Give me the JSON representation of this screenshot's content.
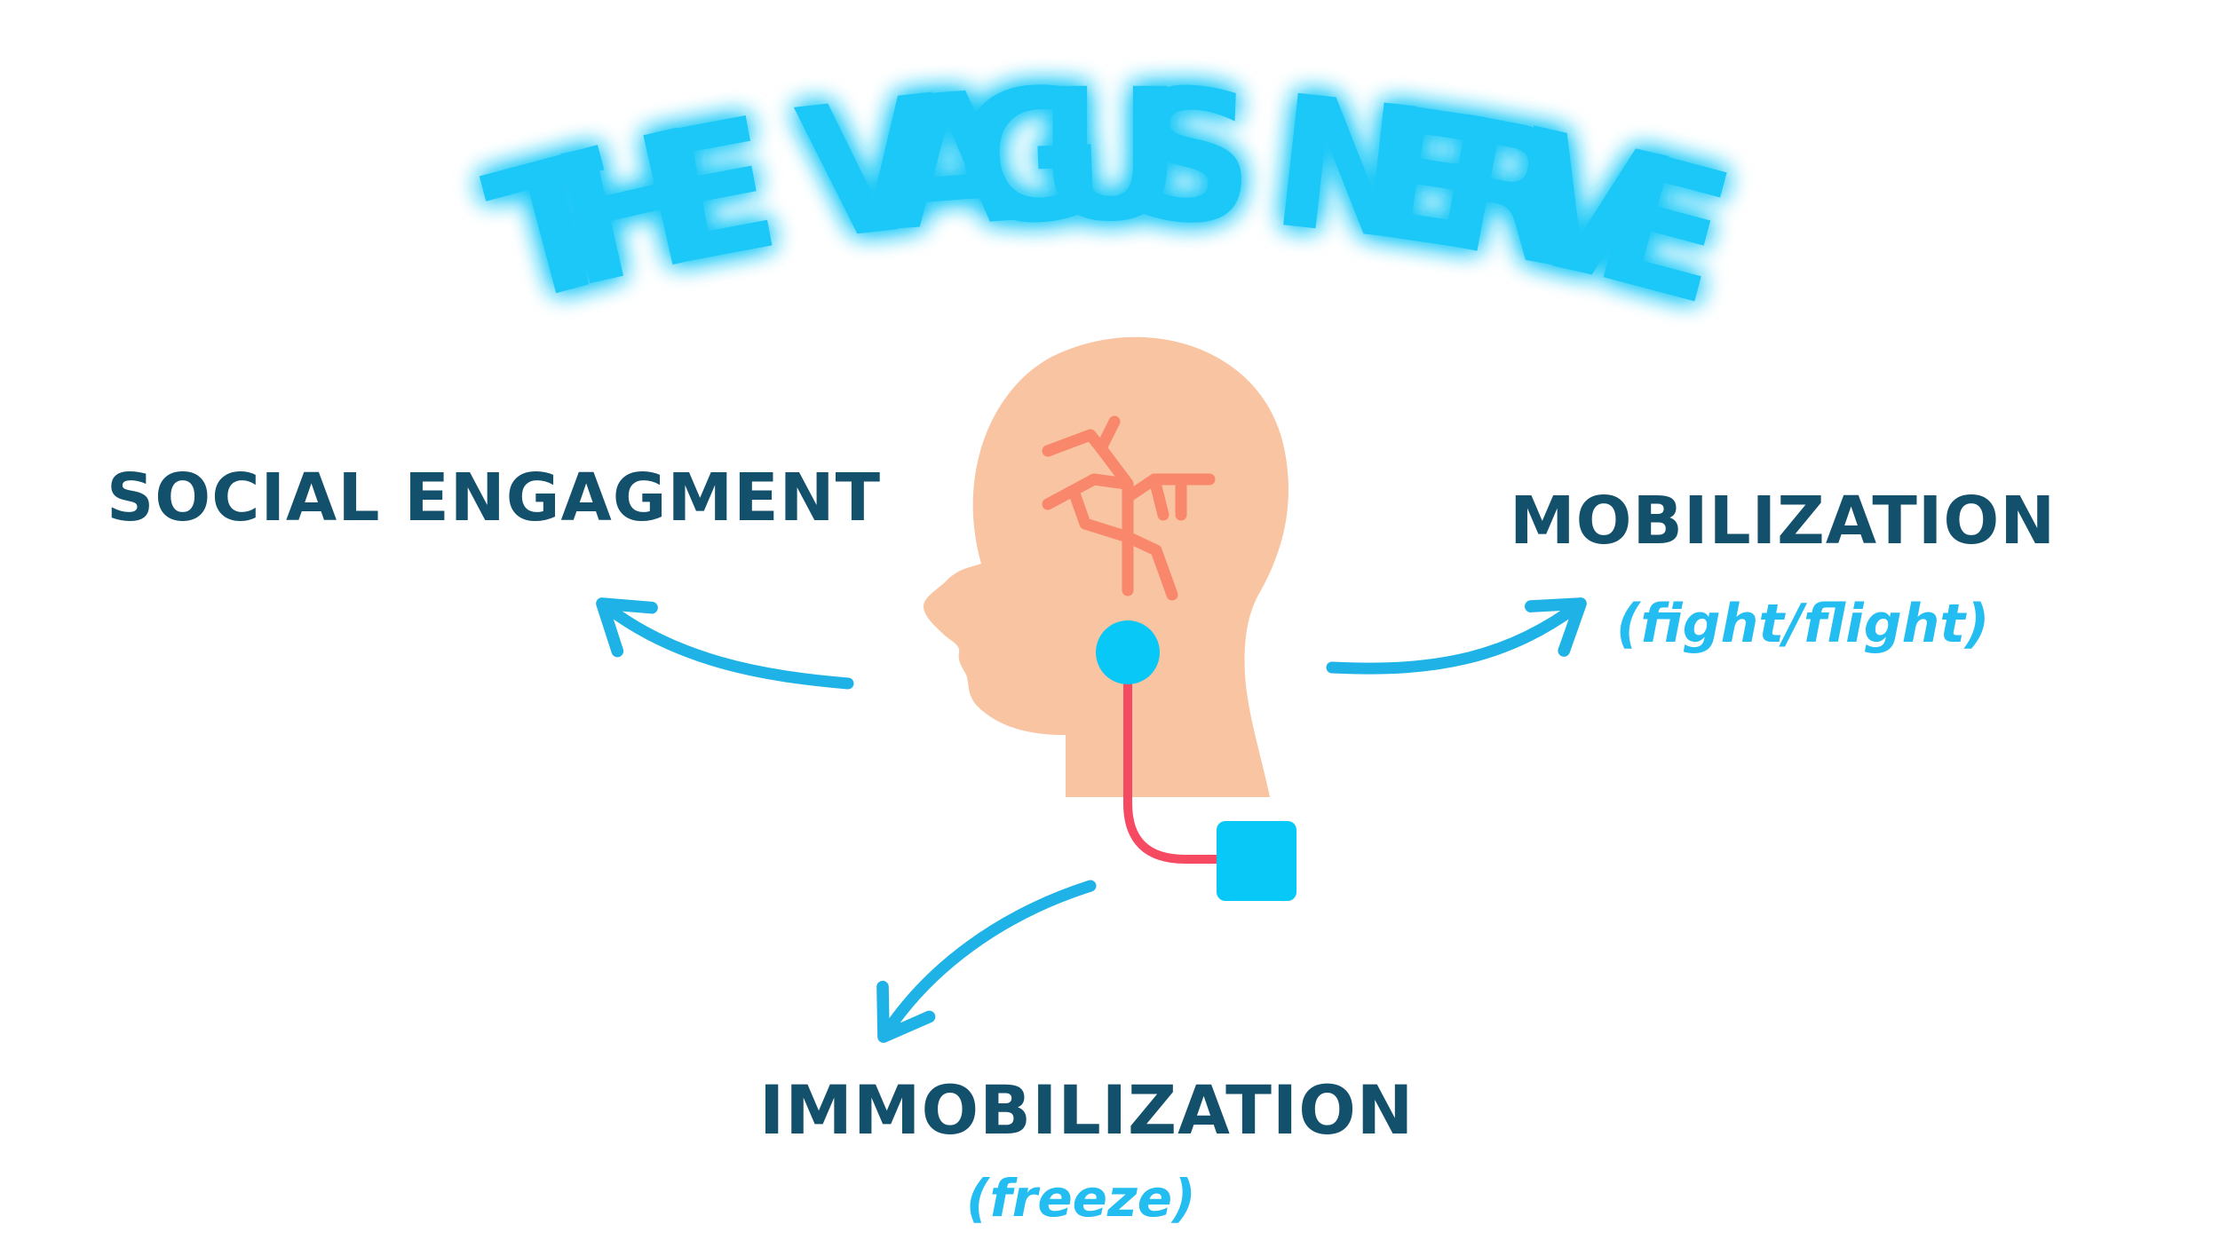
{
  "title": "THE VAGUS NERVE",
  "branches": {
    "social": {
      "label": "SOCIAL ENGAGMENT"
    },
    "mobilization": {
      "label": "MOBILIZATION",
      "sub": "(fight/flight)"
    },
    "immobilization": {
      "label": "IMMOBILIZATION",
      "sub": "(freeze)"
    }
  },
  "colors": {
    "title": "#1cc8f7",
    "label": "#13506b",
    "sub_label": "#23bdf2",
    "arrow": "#1fb2e6",
    "head": "#f9c4a2",
    "brain_vessels": "#f8876b",
    "nerve": "#f54a62",
    "node": "#08c8f7"
  },
  "icons": [
    "head-profile-icon",
    "brain-vessels-icon",
    "nerve-node-icon",
    "nerve-end-square-icon"
  ]
}
